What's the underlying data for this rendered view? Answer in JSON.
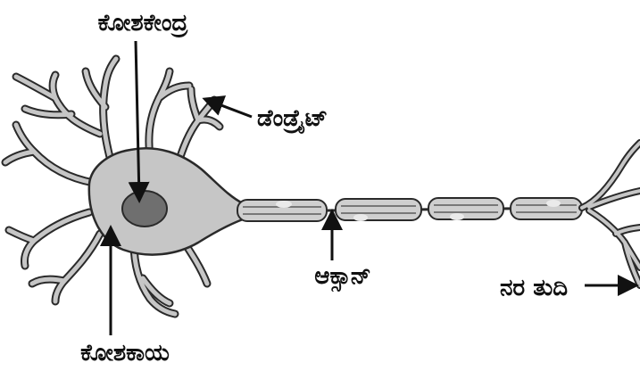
{
  "labels": {
    "nucleus": "ಕೋಶಕೇಂದ್ರ",
    "dendrite": "ಡೆಂಡ್ರೈಟ್",
    "axon": "ಆಕ್ಸಾನ್",
    "nerve_ending": "ನರ ತುದಿ",
    "cell_body": "ಕೋಶಕಾಯ"
  },
  "colors": {
    "cell_fill": "#c6c6c6",
    "nucleus_fill": "#6f6f6f",
    "outline": "#2a2a2a",
    "myelin_fill": "#cfcfcf",
    "node_spot": "#eaeaea",
    "pointer": "#111111"
  }
}
